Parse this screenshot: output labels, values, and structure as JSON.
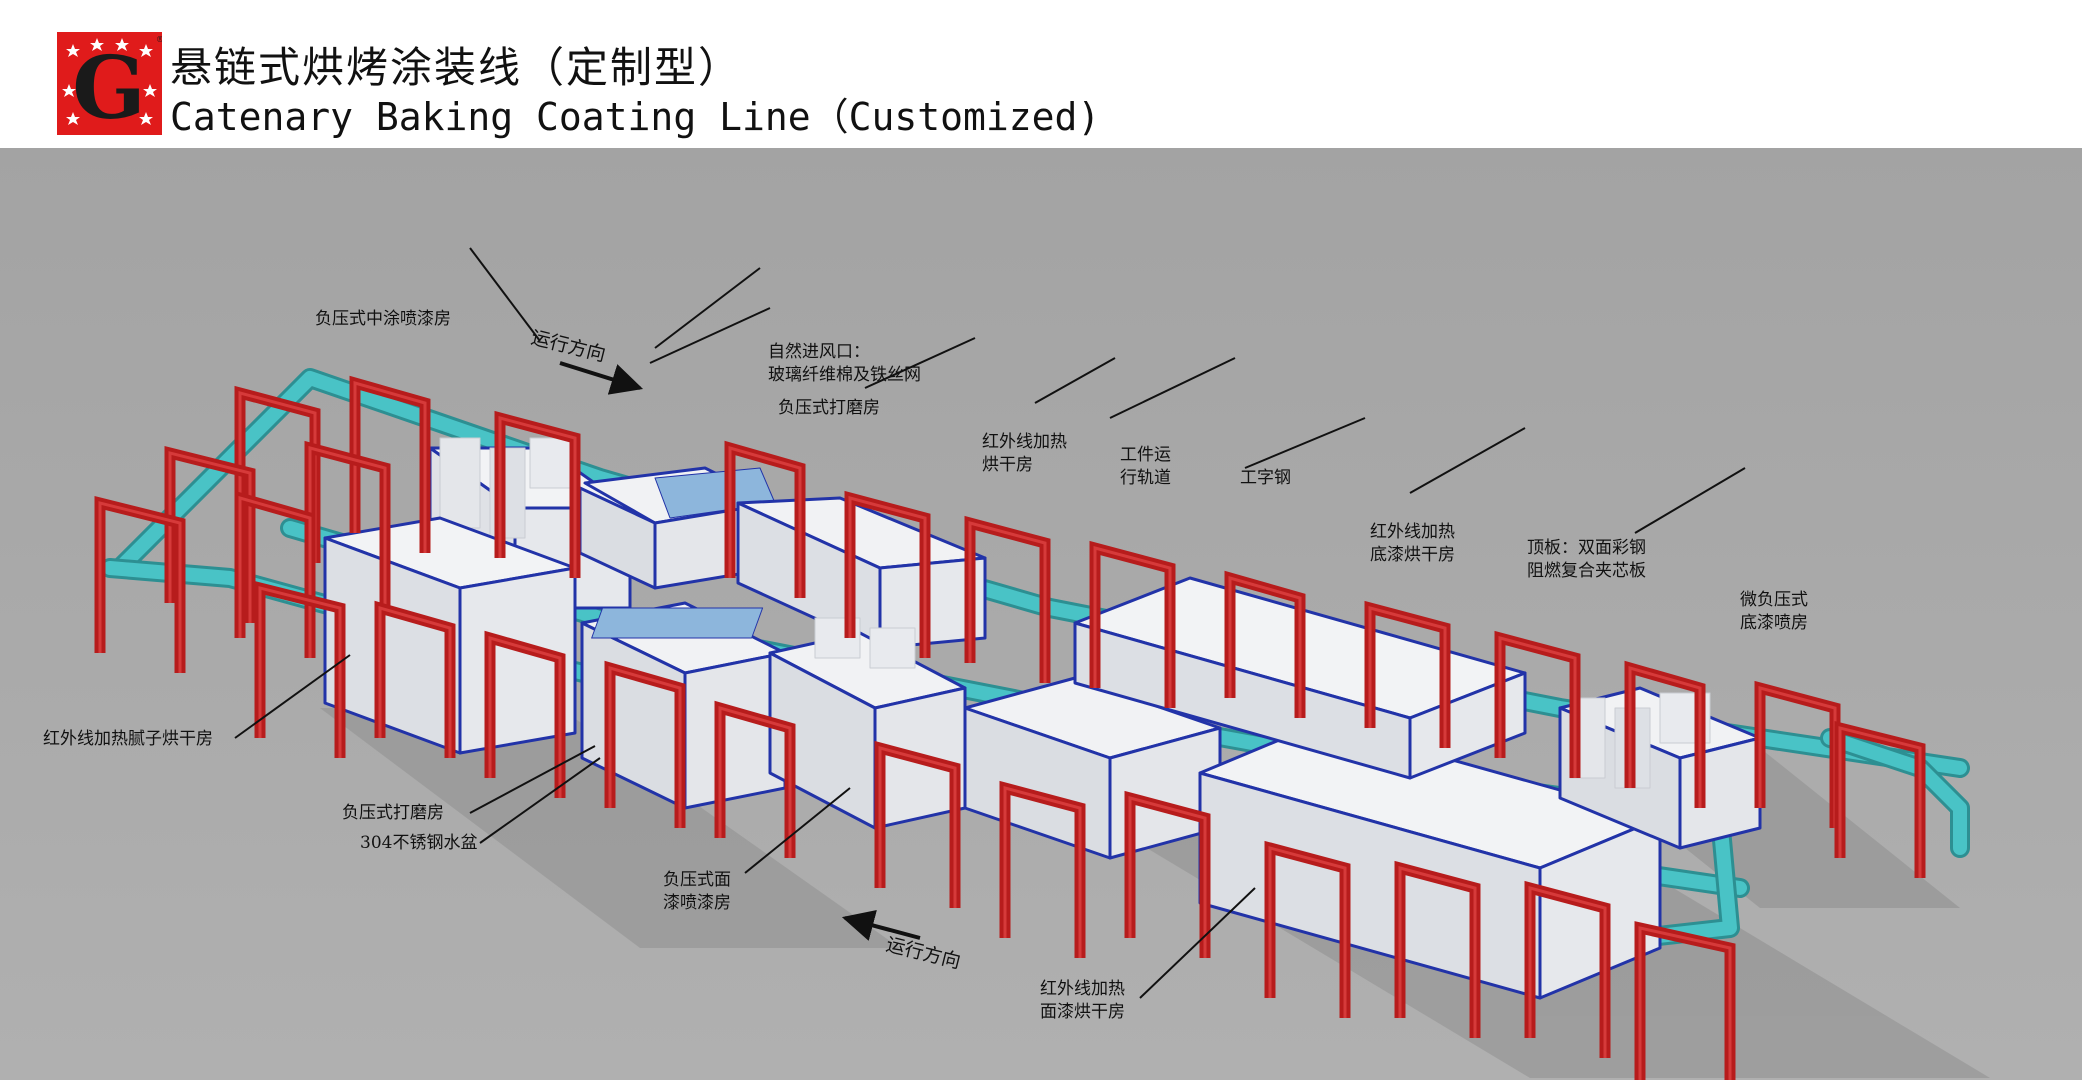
{
  "header": {
    "logo_letter": "G",
    "title_cn": "悬链式烘烤涂装线（定制型）",
    "title_en": "Catenary Baking Coating Line（Customized)"
  },
  "colors": {
    "floor": "#a9a9a9",
    "frame_red": "#b71c1c",
    "track_teal": "#3fb5b8",
    "booth_white": "#e9ebee",
    "booth_edge": "#2233a8",
    "logo_red": "#e01b1b"
  },
  "labels": {
    "mid_paint_booth": "负压式中涂喷漆房",
    "direction_top": "运行方向",
    "air_inlet_1": "自然进风口：",
    "air_inlet_2": "玻璃纤维棉及铁丝网",
    "sanding_top": "负压式打磨房",
    "ir_oven_1": "红外线加热",
    "ir_oven_2": "烘干房",
    "track_1": "工件运",
    "track_2": "行轨道",
    "i_beam": "工字钢",
    "primer_oven_1": "红外线加热",
    "primer_oven_2": "底漆烘干房",
    "roof_1": "顶板：双面彩钢",
    "roof_2": "阻燃复合夹芯板",
    "primer_booth_1": "微负压式",
    "primer_booth_2": "底漆喷房",
    "putty_oven": "红外线加热腻子烘干房",
    "sanding_bottom": "负压式打磨房",
    "water_tank": "304不锈钢水盆",
    "top_booth_1": "负压式面",
    "top_booth_2": "漆喷漆房",
    "direction_bottom": "运行方向",
    "top_oven_1": "红外线加热",
    "top_oven_2": "面漆烘干房"
  }
}
